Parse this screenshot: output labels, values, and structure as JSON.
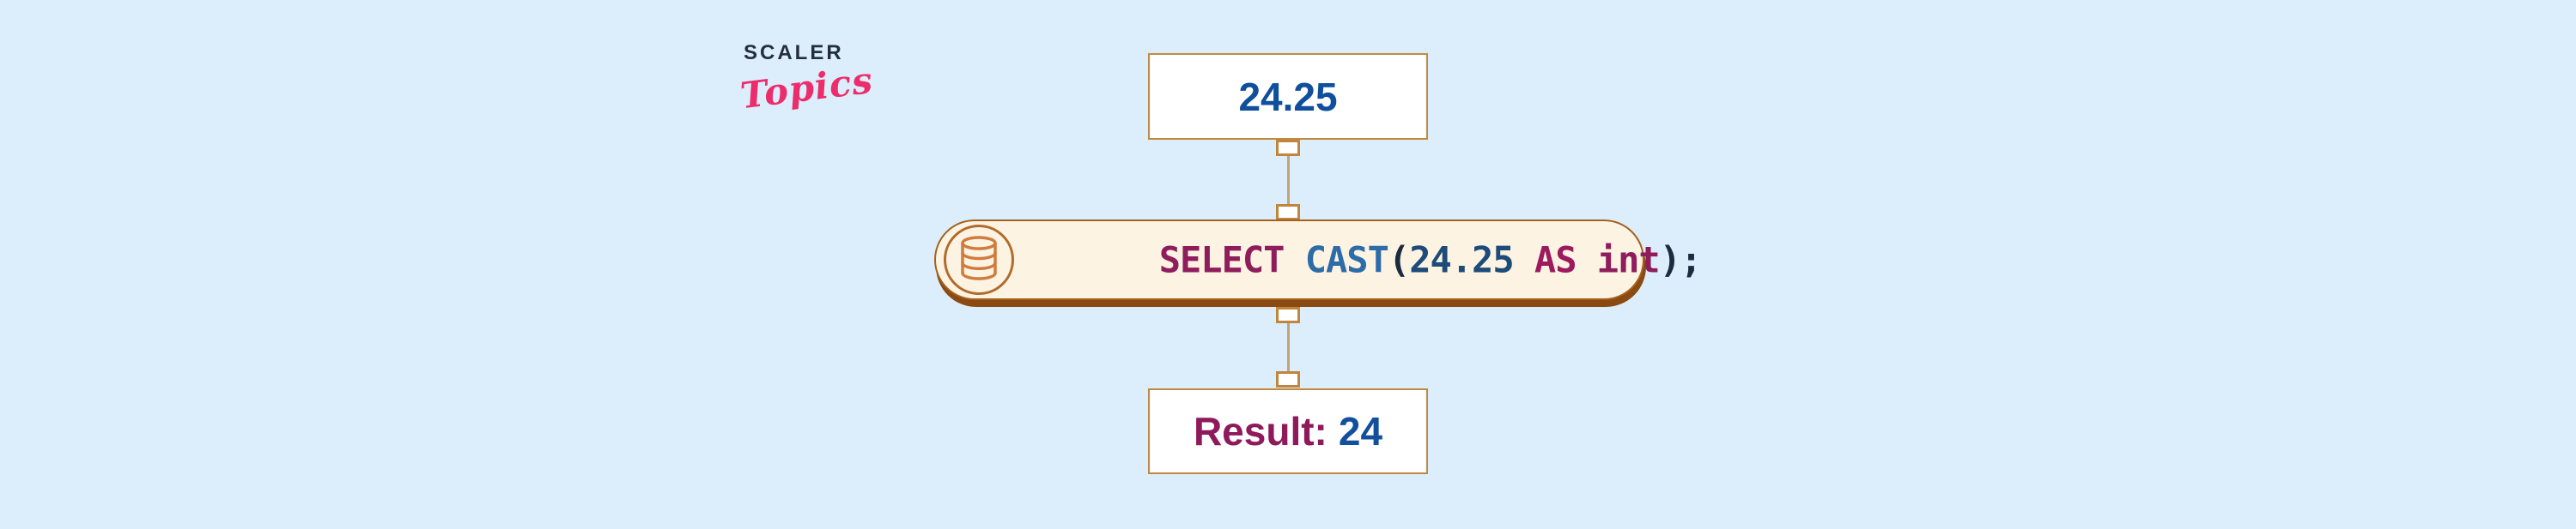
{
  "page": {
    "background_color": "#dceefb"
  },
  "logo": {
    "brand": "SCALER",
    "script": "Topics",
    "brand_color": "#232e3e",
    "script_color": "#ec2d6c"
  },
  "diagram": {
    "input_box": {
      "value": "24.25",
      "value_color": "#0f4f9c",
      "border_color": "#c08a42"
    },
    "query_pill": {
      "icon": "database-icon",
      "icon_color": "#d07c3c",
      "background_color": "#fdf3e3",
      "border_color": "#a4611e",
      "shadow_color": "#8a4a12",
      "code": "SELECT CAST(24.25 AS int);",
      "segments": [
        {
          "text": "SELECT ",
          "token": "keyword",
          "color": "#8f1d5c"
        },
        {
          "text": "CAST",
          "token": "function",
          "color": "#2e6ca8"
        },
        {
          "text": "(",
          "token": "punctuation",
          "color": "#1b2b40"
        },
        {
          "text": "24.25",
          "token": "number",
          "color": "#1d4b7a"
        },
        {
          "text": " AS ",
          "token": "keyword",
          "color": "#9c1a5e"
        },
        {
          "text": "int",
          "token": "type",
          "color": "#8f1d5c"
        },
        {
          "text": ");",
          "token": "punctuation",
          "color": "#1b2b40"
        }
      ]
    },
    "result_box": {
      "label": "Result:",
      "value": "24",
      "label_color": "#8e1a5b",
      "value_color": "#12509e",
      "border_color": "#c08a42"
    },
    "connector_color": "#c2a37b",
    "port_border_color": "#c1853c"
  }
}
